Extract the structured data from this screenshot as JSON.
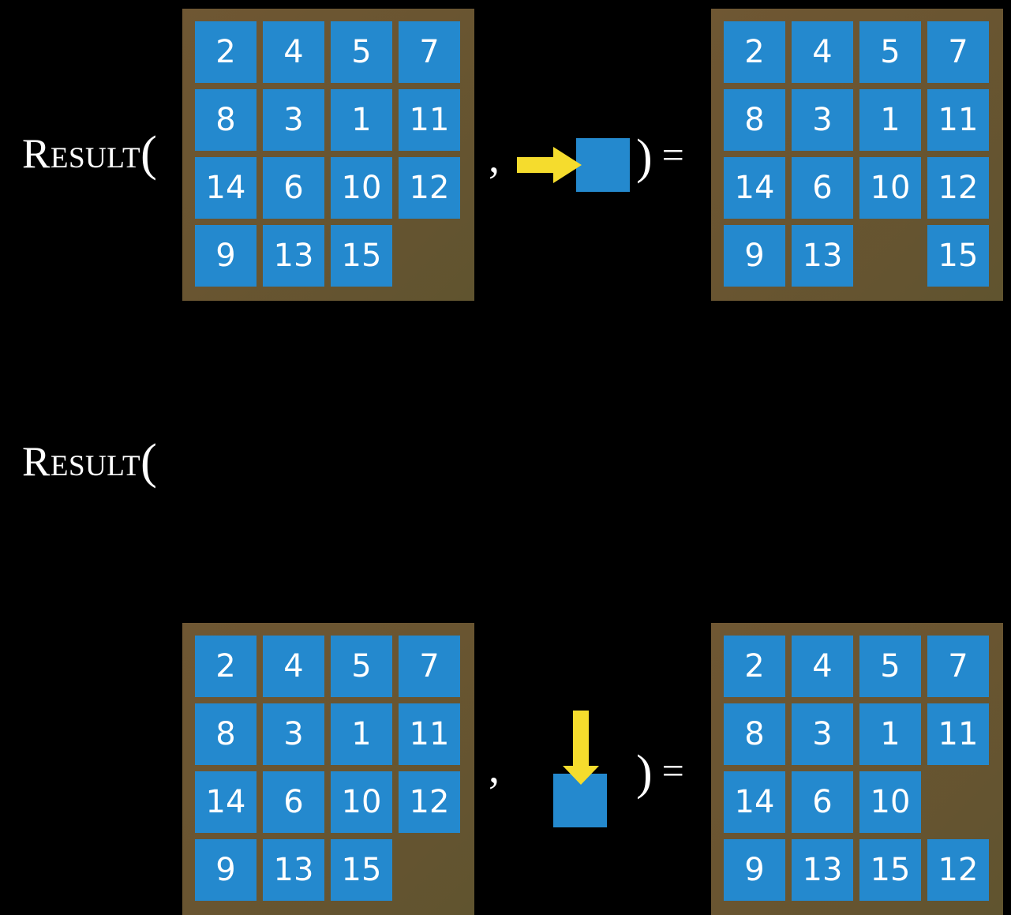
{
  "page": {
    "background_color": "#000000",
    "title": "RESULT function applied to 15-puzzle states"
  },
  "palette": {
    "tile_blue": "#2489ce",
    "board_brown": "#6b5430",
    "arrow_yellow": "#f5dc2d",
    "text_white": "#ffffff",
    "background": "#000000"
  },
  "symbols": {
    "result_prefix": "Result",
    "open_paren": "(",
    "comma": ",",
    "close_paren": ")",
    "equals": "="
  },
  "rows": [
    {
      "label": "Result",
      "action": {
        "name": "move-right",
        "arrow_icon": "arrow-right-icon",
        "arrow_color": "#f5dc2d",
        "square_color": "#2489ce",
        "description": "blank slides right"
      },
      "input_board": {
        "name": "input-board-row-1",
        "rows": [
          [
            "2",
            "4",
            "5",
            "7"
          ],
          [
            "8",
            "3",
            "1",
            "11"
          ],
          [
            "14",
            "6",
            "10",
            "12"
          ],
          [
            "9",
            "13",
            "15",
            ""
          ]
        ]
      },
      "output_board": {
        "name": "output-board-row-1",
        "rows": [
          [
            "2",
            "4",
            "5",
            "7"
          ],
          [
            "8",
            "3",
            "1",
            "11"
          ],
          [
            "14",
            "6",
            "10",
            "12"
          ],
          [
            "9",
            "13",
            "",
            "15"
          ]
        ]
      }
    },
    {
      "label": "Result",
      "action": {
        "name": "move-down",
        "arrow_icon": "arrow-down-icon",
        "arrow_color": "#f5dc2d",
        "square_color": "#2489ce",
        "description": "blank slides down"
      },
      "input_board": {
        "name": "input-board-row-2",
        "rows": [
          [
            "2",
            "4",
            "5",
            "7"
          ],
          [
            "8",
            "3",
            "1",
            "11"
          ],
          [
            "14",
            "6",
            "10",
            "12"
          ],
          [
            "9",
            "13",
            "15",
            ""
          ]
        ]
      },
      "output_board": {
        "name": "output-board-row-2",
        "rows": [
          [
            "2",
            "4",
            "5",
            "7"
          ],
          [
            "8",
            "3",
            "1",
            "11"
          ],
          [
            "14",
            "6",
            "10",
            ""
          ],
          [
            "9",
            "13",
            "15",
            "12"
          ]
        ]
      }
    }
  ]
}
